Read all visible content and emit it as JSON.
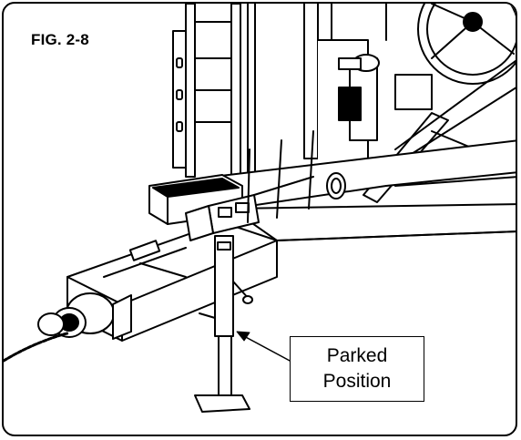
{
  "figure": {
    "label": "FIG. 2-8"
  },
  "callout": {
    "line1": "Parked",
    "line2": "Position"
  },
  "colors": {
    "ink": "#000000",
    "paper": "#ffffff",
    "shade": "#9a9a9a"
  }
}
